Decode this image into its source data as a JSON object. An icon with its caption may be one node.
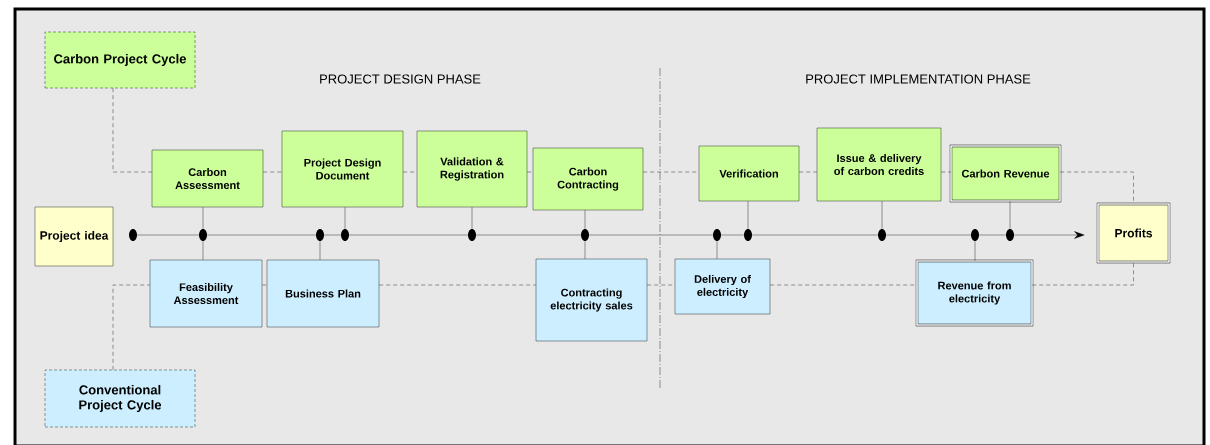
{
  "diagram": {
    "nodes": [
      {
        "text": [
          "Carbon Project Cycle"
        ]
      },
      {
        "text": [
          "Carbon Assessment"
        ]
      },
      {
        "text": [
          "Project Design Document"
        ]
      },
      {
        "text": [
          "Validation & Registration"
        ]
      },
      {
        "text": [
          "Carbon Contracting"
        ]
      },
      {
        "text": [
          "Verification"
        ]
      },
      {
        "text": [
          "Issue & delivery of carbon credits"
        ]
      },
      {
        "text": [
          "Carbon Revenue"
        ]
      },
      {
        "text": [
          "Project idea"
        ]
      },
      {
        "text": [
          "Profits"
        ]
      },
      {
        "text": [
          "Feasibility Assessment"
        ]
      },
      {
        "text": [
          "Business Plan"
        ]
      },
      {
        "text": [
          "Contracting electricity sales"
        ]
      },
      {
        "text": [
          "Delivery of electricity"
        ]
      },
      {
        "text": [
          "Revenue from electricity"
        ]
      },
      {
        "text": [
          "Conventional Project Cycle"
        ]
      },
      {
        "text": [],
        "shape": "circle"
      },
      {
        "text": [],
        "shape": "circle"
      },
      {
        "text": [],
        "shape": "circle"
      },
      {
        "text": [],
        "shape": "circle"
      },
      {
        "text": [],
        "shape": "circle"
      },
      {
        "text": [],
        "shape": "circle"
      },
      {
        "text": [],
        "shape": "circle"
      },
      {
        "text": [],
        "shape": "circle"
      },
      {
        "text": [],
        "shape": "circle"
      },
      {
        "text": [],
        "shape": "circle"
      },
      {
        "text": [],
        "shape": "circle"
      }
    ],
    "edges": [
      {
        "from": 0,
        "to": 1,
        "arrow": "none",
        "style": "dashed"
      },
      {
        "from": 1,
        "to": 2,
        "arrow": "none",
        "style": "dashed"
      },
      {
        "from": 2,
        "to": 3,
        "arrow": "none",
        "style": "dashed"
      },
      {
        "from": 3,
        "to": 4,
        "arrow": "none",
        "style": "dashed"
      },
      {
        "from": 4,
        "to": 5,
        "arrow": "none",
        "style": "dashed"
      },
      {
        "from": 5,
        "to": 6,
        "arrow": "none",
        "style": "dashed"
      },
      {
        "from": 6,
        "to": 7,
        "arrow": "none",
        "style": "dashed"
      },
      {
        "from": 7,
        "to": 9,
        "arrow": "none",
        "style": "dashed"
      },
      {
        "from": 15,
        "to": 10,
        "arrow": "none",
        "style": "dashed"
      },
      {
        "from": 10,
        "to": 11,
        "arrow": "none",
        "style": "dashed"
      },
      {
        "from": 11,
        "to": 12,
        "arrow": "none",
        "style": "dashed"
      },
      {
        "from": 12,
        "to": 13,
        "arrow": "none",
        "style": "dashed"
      },
      {
        "from": 13,
        "to": 14,
        "arrow": "none",
        "style": "dashed"
      },
      {
        "from": 14,
        "to": 9,
        "arrow": "none",
        "style": "dashed"
      },
      {
        "from": 16,
        "to": 17,
        "arrow": "none"
      },
      {
        "from": 17,
        "to": 18,
        "arrow": "none"
      },
      {
        "from": 18,
        "to": 19,
        "arrow": "none"
      },
      {
        "from": 19,
        "to": 20,
        "arrow": "none"
      },
      {
        "from": 20,
        "to": 21,
        "arrow": "none"
      },
      {
        "from": 21,
        "to": 22,
        "arrow": "none"
      },
      {
        "from": 22,
        "to": 23,
        "arrow": "none"
      },
      {
        "from": 23,
        "to": 24,
        "arrow": "none"
      },
      {
        "from": 24,
        "to": 25,
        "arrow": "none"
      },
      {
        "from": 25,
        "to": 26,
        "arrow": "none"
      },
      {
        "from": 26,
        "to": 9,
        "arrow": "to"
      },
      {
        "from": 1,
        "to": 17,
        "arrow": "none"
      },
      {
        "from": 10,
        "to": 17,
        "arrow": "none"
      },
      {
        "from": 11,
        "to": 18,
        "arrow": "none"
      },
      {
        "from": 2,
        "to": 19,
        "arrow": "none"
      },
      {
        "from": 3,
        "to": 20,
        "arrow": "none"
      },
      {
        "from": 4,
        "to": 21,
        "arrow": "none"
      },
      {
        "from": 12,
        "to": 21,
        "arrow": "none"
      },
      {
        "from": 13,
        "to": 22,
        "arrow": "none"
      },
      {
        "from": 5,
        "to": 23,
        "arrow": "none"
      },
      {
        "from": 6,
        "to": 24,
        "arrow": "none"
      },
      {
        "from": 14,
        "to": 25,
        "arrow": "none"
      },
      {
        "from": 7,
        "to": 26,
        "arrow": "none"
      }
    ],
    "labels": [
      "PROJECT DESIGN PHASE",
      "PROJECT IMPLEMENTATION PHASE"
    ]
  }
}
